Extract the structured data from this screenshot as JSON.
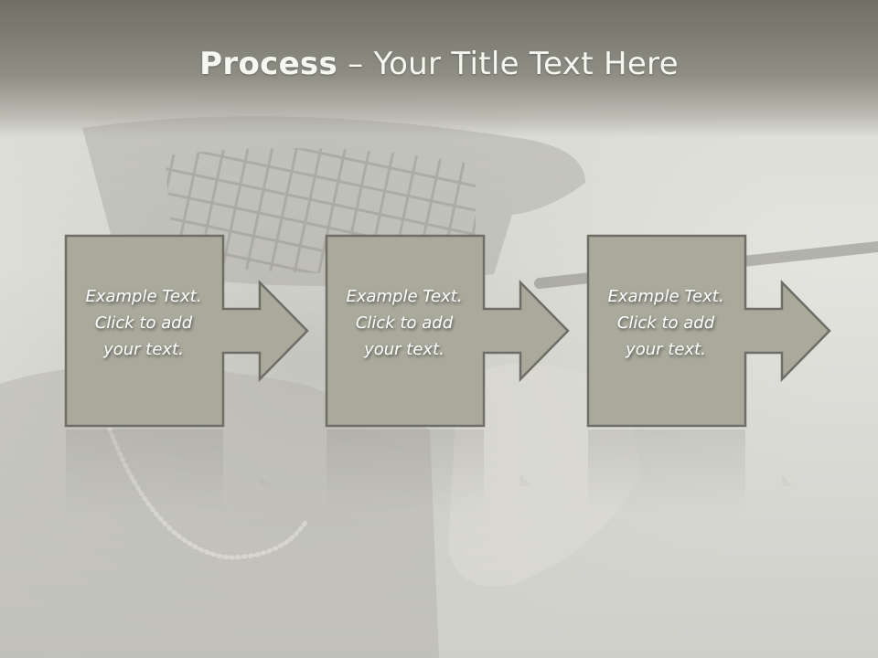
{
  "slide": {
    "title_bold": "Process",
    "title_rest": " – Your Title Text Here"
  },
  "steps": [
    {
      "line1": "Example Text.",
      "line2": "Click  to add",
      "line3": "your text."
    },
    {
      "line1": "Example Text.",
      "line2": "Click  to add",
      "line3": "your text."
    },
    {
      "line1": "Example Text.",
      "line2": "Click  to add",
      "line3": "your text."
    }
  ],
  "colors": {
    "box_fill": "#a9a99c",
    "box_stroke": "#6e6e66",
    "title_band": "#7d7d73",
    "text": "#ffffff"
  },
  "icons": [
    "arrow-right-icon"
  ]
}
